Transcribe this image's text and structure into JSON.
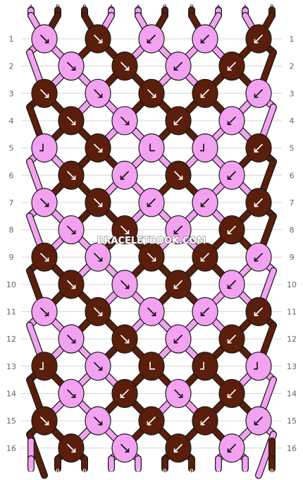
{
  "watermark": "BRACELETBOOK.COM",
  "colors": {
    "A": "#f3a2f1",
    "B": "#5a1e0b",
    "outline": "#1a1a1a",
    "row_line": "#d6d6d6",
    "label": "#666666",
    "white": "#ffffff"
  },
  "row_labels": [
    "1",
    "2",
    "3",
    "4",
    "5",
    "6",
    "7",
    "8",
    "9",
    "10",
    "11",
    "12",
    "13",
    "14",
    "15",
    "16"
  ],
  "top_strings": [
    "A",
    "B",
    "B",
    "A",
    "A",
    "B",
    "B",
    "A",
    "A",
    "B"
  ],
  "bottom_strings": [
    "A",
    "B",
    "B",
    "A",
    "A",
    "B",
    "B",
    "A",
    "A",
    "B"
  ],
  "knot_rows": [
    {
      "colors": [
        "A",
        "B",
        "A",
        "A",
        "B"
      ],
      "arrows": [
        "se",
        "se",
        "sw",
        "sw",
        "sw"
      ]
    },
    {
      "colors": [
        "A",
        "B",
        "A",
        "B"
      ],
      "arrows": [
        "se",
        "se",
        "sw",
        "sw"
      ]
    },
    {
      "colors": [
        "B",
        "A",
        "B",
        "B",
        "A"
      ],
      "arrows": [
        "se",
        "se",
        "se",
        "sw",
        "sw"
      ]
    },
    {
      "colors": [
        "B",
        "A",
        "B",
        "A"
      ],
      "arrows": [
        "se",
        "se",
        "sw",
        "sw"
      ]
    },
    {
      "colors": [
        "A",
        "B",
        "A",
        "A",
        "B"
      ],
      "arrows": [
        "fwd_sw",
        "se",
        "fwd_se",
        "bwd_sw",
        "sw"
      ]
    },
    {
      "colors": [
        "B",
        "A",
        "B",
        "A"
      ],
      "arrows": [
        "se",
        "sw",
        "se",
        "sw"
      ]
    },
    {
      "colors": [
        "A",
        "B",
        "A",
        "A",
        "B"
      ],
      "arrows": [
        "se",
        "se",
        "sw",
        "sw",
        "sw"
      ]
    },
    {
      "colors": [
        "A",
        "B",
        "A",
        "B"
      ],
      "arrows": [
        "se",
        "se",
        "sw",
        "sw"
      ]
    },
    {
      "colors": [
        "B",
        "A",
        "B",
        "B",
        "A"
      ],
      "arrows": [
        "se",
        "se",
        "se",
        "sw",
        "sw"
      ]
    },
    {
      "colors": [
        "B",
        "A",
        "B",
        "A"
      ],
      "arrows": [
        "se",
        "se",
        "sw",
        "sw"
      ]
    },
    {
      "colors": [
        "A",
        "B",
        "A",
        "A",
        "B"
      ],
      "arrows": [
        "se",
        "se",
        "se",
        "sw",
        "sw"
      ]
    },
    {
      "colors": [
        "A",
        "B",
        "A",
        "B"
      ],
      "arrows": [
        "se",
        "se",
        "sw",
        "sw"
      ]
    },
    {
      "colors": [
        "B",
        "A",
        "B",
        "B",
        "A"
      ],
      "arrows": [
        "fwd_sw",
        "se",
        "fwd_se",
        "bwd_sw",
        "bwd_sw"
      ]
    },
    {
      "colors": [
        "A",
        "B",
        "A",
        "B"
      ],
      "arrows": [
        "se",
        "sw",
        "se",
        "sw"
      ]
    },
    {
      "colors": [
        "B",
        "A",
        "B",
        "B",
        "A"
      ],
      "arrows": [
        "se",
        "se",
        "sw",
        "sw",
        "sw"
      ]
    },
    {
      "colors": [
        "B",
        "A",
        "B",
        "A"
      ],
      "arrows": [
        "se",
        "se",
        "sw",
        "sw"
      ]
    }
  ]
}
